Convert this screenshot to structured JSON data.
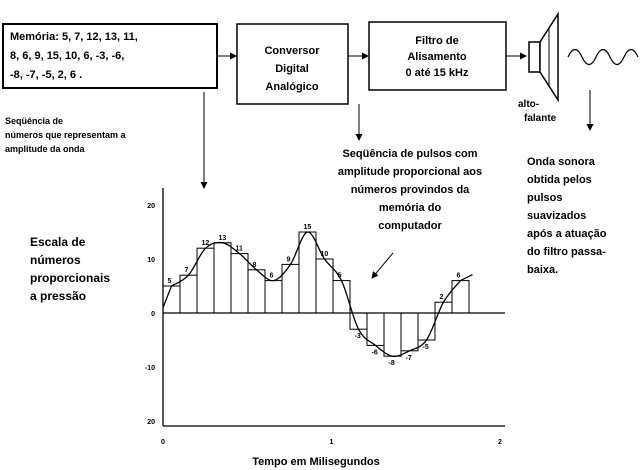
{
  "memory_box": {
    "lines": [
      "Memória: 5, 7, 12, 13, 11,",
      "8, 6, 9, 15, 10, 6, -3, -6,",
      "-8, -7, -5, 2, 6 ."
    ]
  },
  "dac_box": {
    "lines": [
      "Conversor",
      "Digital",
      "Analógico"
    ]
  },
  "filter_box": {
    "lines": [
      "Filtro de",
      "Alisamento",
      "0 até 15 kHz"
    ]
  },
  "speaker_label": {
    "lines": [
      "alto-",
      "falante"
    ]
  },
  "sequence_numbers_label": {
    "lines": [
      "Seqüência de",
      "números que representam a",
      "amplitude da onda"
    ]
  },
  "pulse_sequence_label": {
    "lines": [
      "Seqüência de pulsos com",
      "amplitude proporcional aos",
      "números provindos da",
      "memória do",
      "computador"
    ]
  },
  "sound_wave_label": {
    "lines": [
      "Onda sonora",
      "obtida pelos",
      "pulsos",
      "suavizados",
      "após a atuação",
      "do filtro passa-",
      "baixa."
    ]
  },
  "scale_label": {
    "lines": [
      "Escala de",
      "números",
      "proporcionais",
      "a pressão"
    ]
  },
  "chart": {
    "samples": [
      5,
      7,
      12,
      13,
      11,
      8,
      6,
      9,
      15,
      10,
      6,
      -3,
      -6,
      -8,
      -7,
      -5,
      2,
      6
    ],
    "bar_labels": [
      "5",
      "7",
      "12",
      "13",
      "11",
      "8",
      "6",
      "9",
      "15",
      "10",
      "5",
      "-3",
      "-6",
      "-8",
      "-7",
      "-5",
      "2",
      "6"
    ],
    "y_ticks": [
      {
        "value": 20,
        "label": "20"
      },
      {
        "value": 10,
        "label": "10"
      },
      {
        "value": 0,
        "label": "0"
      },
      {
        "value": -10,
        "label": "-10"
      },
      {
        "value": -20,
        "label": "20"
      }
    ],
    "x_ticks": [
      {
        "value": 0,
        "label": "0"
      },
      {
        "value": 1,
        "label": "1"
      },
      {
        "value": 2,
        "label": "2"
      }
    ],
    "x_label": "Tempo em Milisegundos"
  }
}
